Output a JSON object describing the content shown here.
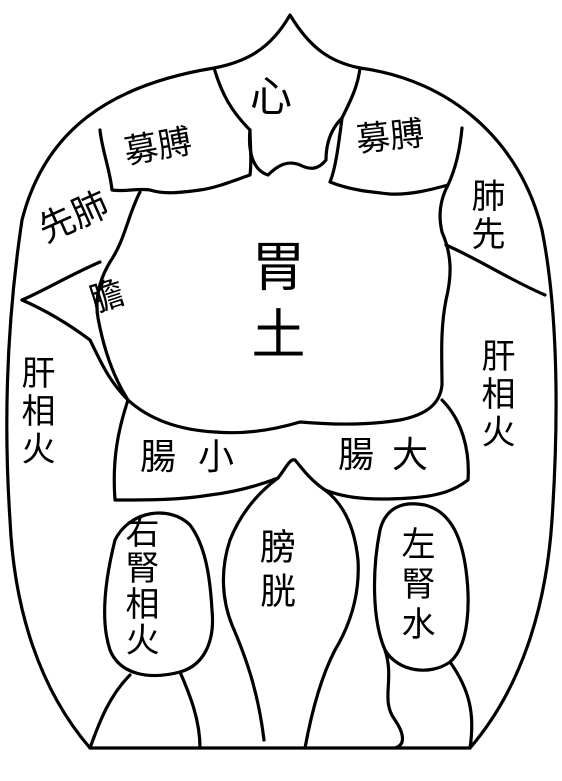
{
  "labels": {
    "heart": "心",
    "pericardium_left": "募膊",
    "pericardium_right": "募膊",
    "lung_left": "先肺",
    "lung_right": "肺先",
    "gallbladder": "膽",
    "stomach": "胃土",
    "liver_left": "肝相火",
    "liver_right": "肝相火",
    "small_intestine": "腸小",
    "large_intestine": "腸大",
    "kidney_right": "右腎相火",
    "bladder": "膀胱",
    "kidney_left": "左腎水"
  },
  "colors": {
    "line": "#000000",
    "background": "#ffffff"
  }
}
